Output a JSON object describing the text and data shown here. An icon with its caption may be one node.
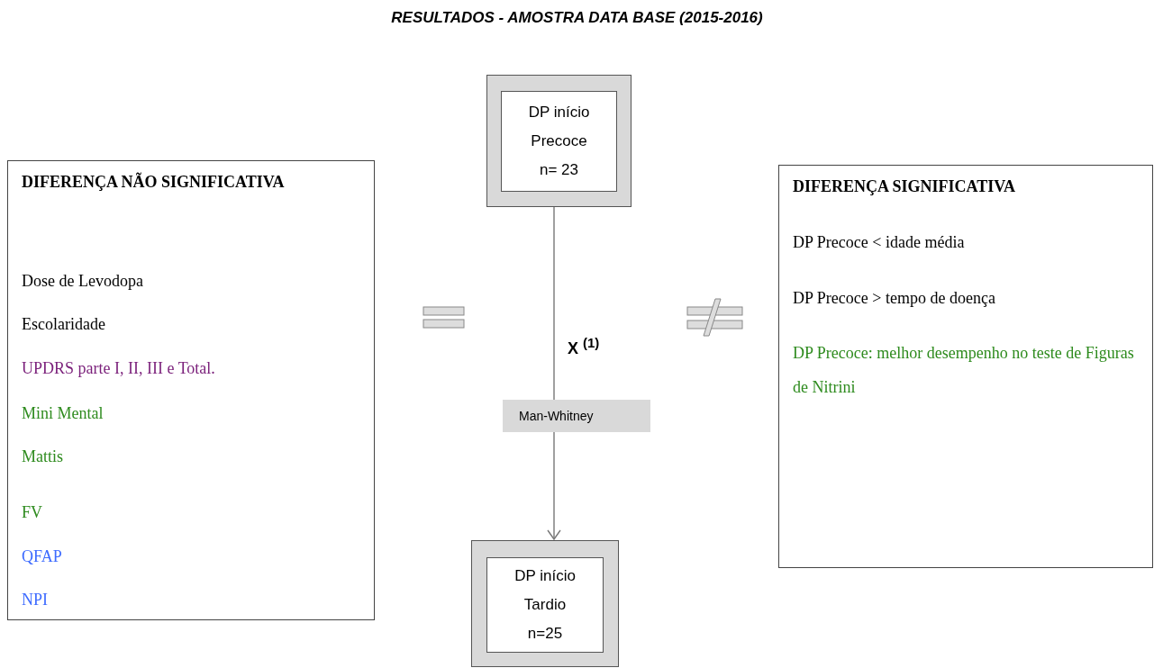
{
  "diagram": {
    "title": "RESULTADOS  - AMOSTRA DATA BASE (2015-2016)",
    "nodes": [
      {
        "text": [
          "DIFERENÇA NÃO SIGNIFICATIVA",
          "Dose de Levodopa",
          "Escolaridade",
          "UPDRS parte I, II, III e Total.",
          "Mini Mental",
          "Mattis",
          "FV",
          "QFAP",
          "NPI"
        ]
      },
      {
        "text": [
          "DP início Precoce n= 23"
        ]
      },
      {
        "text": [
          "DP início Tardio n=25"
        ]
      },
      {
        "text": [
          "DIFERENÇA SIGNIFICATIVA",
          "DP Precoce <  idade média",
          "DP Precoce  > tempo de doença",
          "DP Precoce: melhor desempenho no teste de Figuras de Nitrini"
        ]
      }
    ],
    "edges": [
      {
        "from": 1,
        "to": 2,
        "arrow": "to",
        "label": "Man-Whitney"
      }
    ],
    "labels": [
      "X $^{(1)}$"
    ]
  }
}
